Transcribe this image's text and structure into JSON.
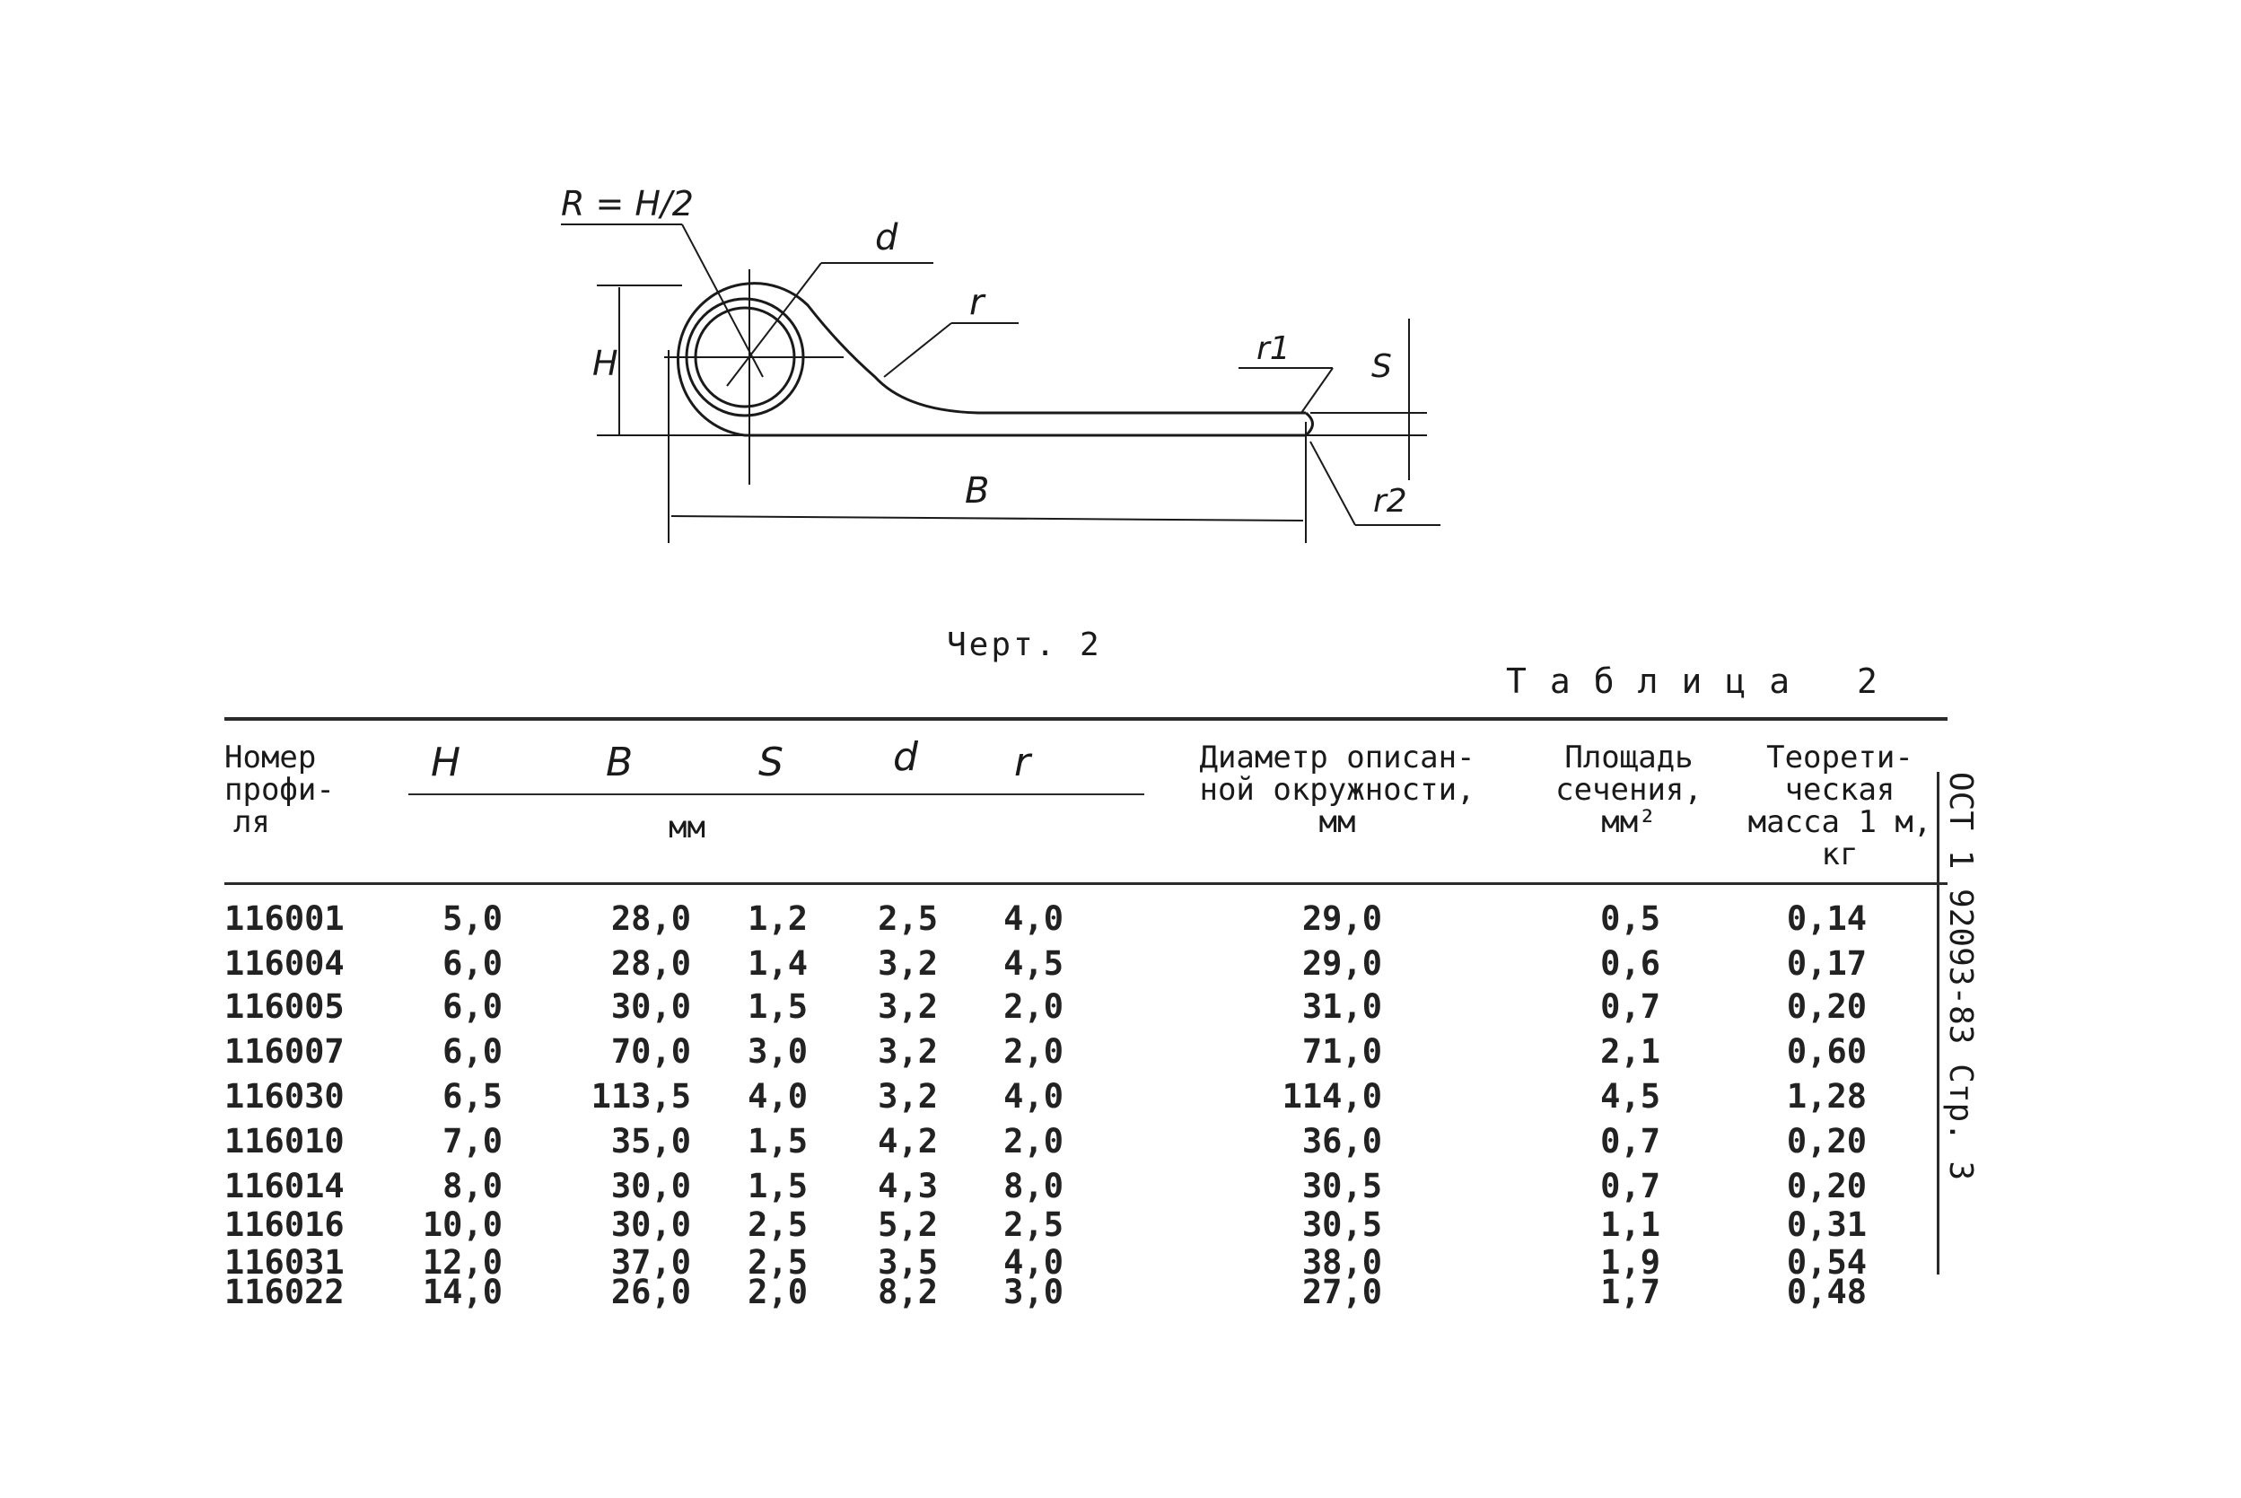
{
  "drawing": {
    "labels": {
      "R": "R = H/2",
      "d": "d",
      "r": "r",
      "r1": "r1",
      "S": "S",
      "H": "H",
      "B": "B",
      "r2": "r2"
    }
  },
  "caption": "Черт. 2",
  "table_title": "Таблица 2",
  "table": {
    "headers": {
      "profile": [
        "Номер",
        "профи-",
        "ля"
      ],
      "H": "H",
      "B": "B",
      "S": "S",
      "d": "d",
      "r": "r",
      "unit": "мм",
      "diameter": [
        "Диаметр описан-",
        "ной окружности,",
        "мм"
      ],
      "area": [
        "Площадь",
        "сечения,",
        "мм²"
      ],
      "mass": [
        "Теорети-",
        "ческая",
        "масса 1 м,",
        "кг"
      ]
    },
    "rows": [
      [
        "116001",
        "5,0",
        "28,0",
        "1,2",
        "2,5",
        "4,0",
        "29,0",
        "0,5",
        "0,14"
      ],
      [
        "116004",
        "6,0",
        "28,0",
        "1,4",
        "3,2",
        "4,5",
        "29,0",
        "0,6",
        "0,17"
      ],
      [
        "116005",
        "6,0",
        "30,0",
        "1,5",
        "3,2",
        "2,0",
        "31,0",
        "0,7",
        "0,20"
      ],
      [
        "116007",
        "6,0",
        "70,0",
        "3,0",
        "3,2",
        "2,0",
        "71,0",
        "2,1",
        "0,60"
      ],
      [
        "116030",
        "6,5",
        "113,5",
        "4,0",
        "3,2",
        "4,0",
        "114,0",
        "4,5",
        "1,28"
      ],
      [
        "116010",
        "7,0",
        "35,0",
        "1,5",
        "4,2",
        "2,0",
        "36,0",
        "0,7",
        "0,20"
      ],
      [
        "116014",
        "8,0",
        "30,0",
        "1,5",
        "4,3",
        "8,0",
        "30,5",
        "0,7",
        "0,20"
      ],
      [
        "116016",
        "10,0",
        "30,0",
        "2,5",
        "5,2",
        "2,5",
        "30,5",
        "1,1",
        "0,31"
      ],
      [
        "116031",
        "12,0",
        "37,0",
        "2,5",
        "3,5",
        "4,0",
        "38,0",
        "1,9",
        "0,54"
      ],
      [
        "116022",
        "14,0",
        "26,0",
        "2,0",
        "8,2",
        "3,0",
        "27,0",
        "1,7",
        "0,48"
      ]
    ]
  },
  "side_code": "ОСТ 1 92093-83 Стр. 3"
}
